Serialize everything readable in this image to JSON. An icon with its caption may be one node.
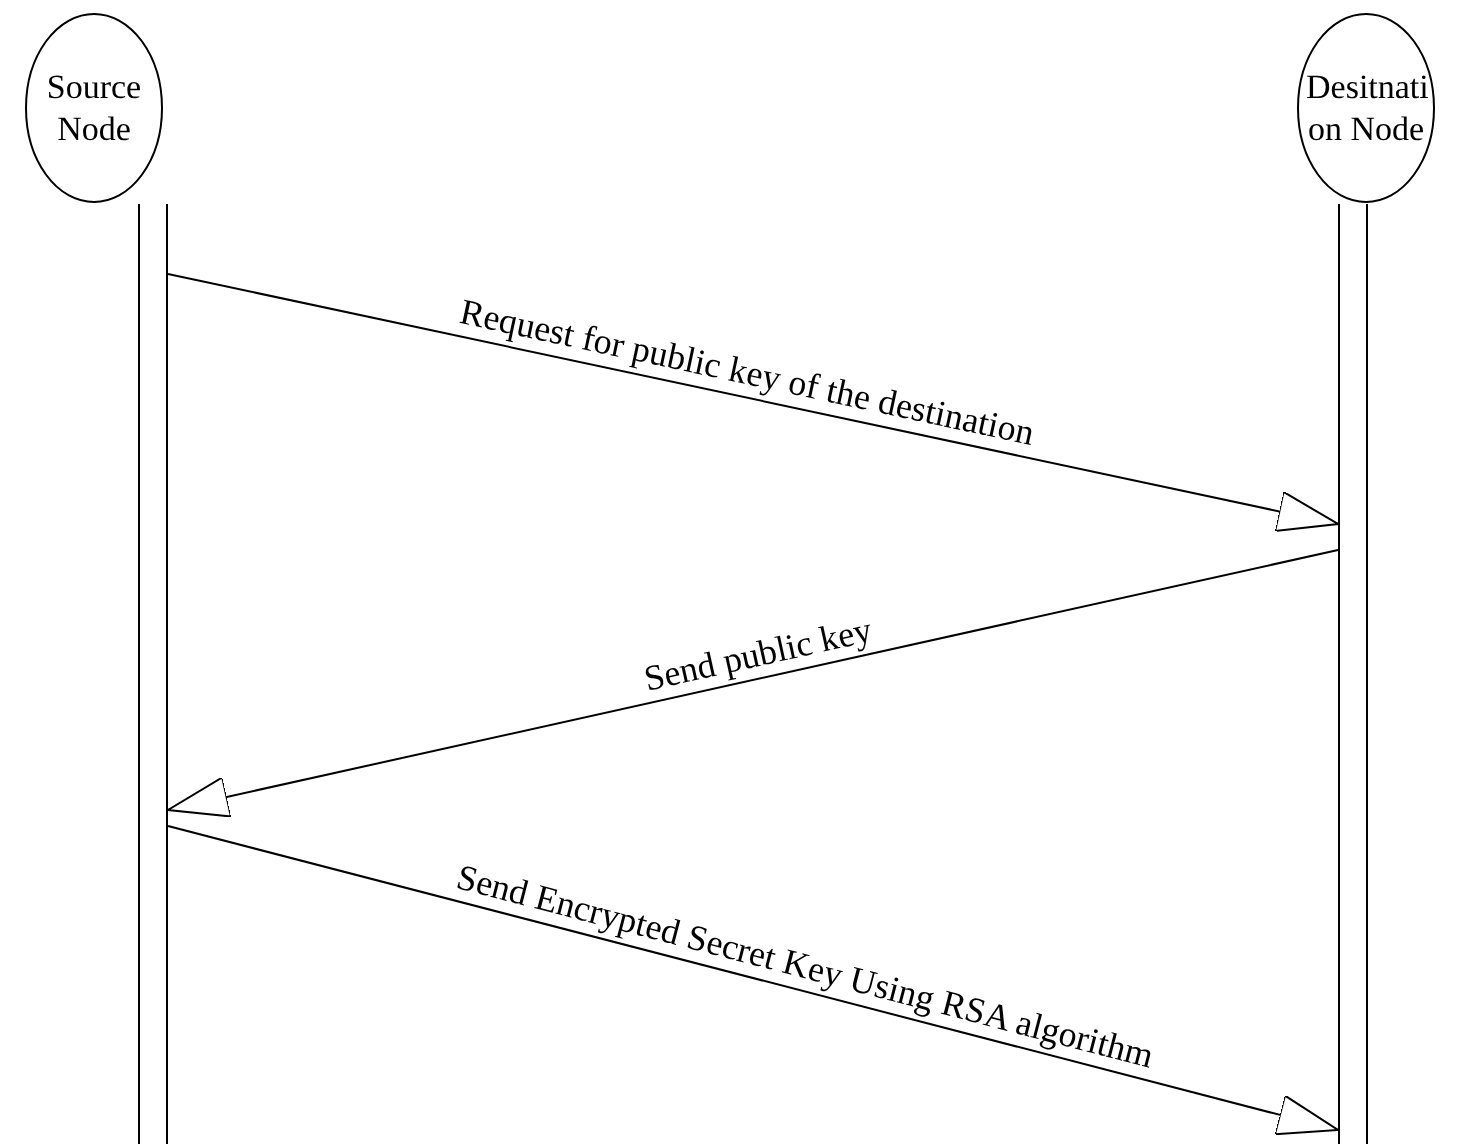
{
  "diagram": {
    "nodes": [
      {
        "text": [
          "Source Node"
        ]
      },
      {
        "text": [
          "Desitnati on Node"
        ]
      },
      {
        "text": [],
        "shape": "bar"
      },
      {
        "text": [],
        "shape": "bar"
      }
    ],
    "edges": [
      {
        "from": 2,
        "to": 3,
        "arrow": "to",
        "label": "Request for public key of the destination"
      },
      {
        "from": 3,
        "to": 2,
        "arrow": "to",
        "label": "Send public key"
      },
      {
        "from": 2,
        "to": 3,
        "arrow": "to",
        "label": "Send Encrypted Secret Key Using RSA algorithm"
      }
    ]
  }
}
